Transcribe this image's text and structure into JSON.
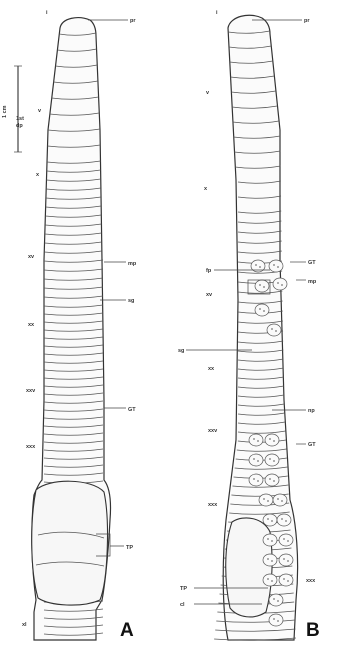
{
  "figure": {
    "panel_a": {
      "caption": "A",
      "labels": {
        "pr": "pr",
        "i": "i",
        "v": "v",
        "x": "x",
        "xv": "xv",
        "xx": "xx",
        "xxv": "xxv",
        "xxx": "xxx",
        "xl": "xl",
        "mp": "mp",
        "sg": "sg",
        "gt": "GT",
        "tp": "TP",
        "scale_value": "1 cm",
        "first_dp": "1st",
        "dp": "dp"
      }
    },
    "panel_b": {
      "caption": "B",
      "labels": {
        "pr": "pr",
        "i": "i",
        "v": "v",
        "x": "x",
        "xv": "xv",
        "xx": "xx",
        "xxv": "xxv",
        "xxx": "xxx",
        "xxxv": "xxx",
        "fp": "fp",
        "sg": "sg",
        "gt_upper": "GT",
        "gt_lower": "GT",
        "mp": "mp",
        "np": "np",
        "tp": "TP",
        "cl": "cl"
      }
    }
  }
}
